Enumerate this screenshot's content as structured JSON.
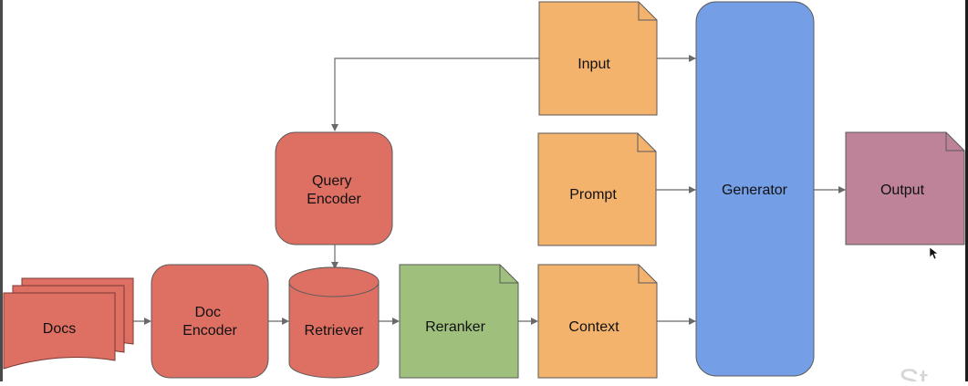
{
  "nodes": {
    "docs": "Docs",
    "doc_encoder": [
      "Doc",
      "Encoder"
    ],
    "query_encoder": [
      "Query",
      "Encoder"
    ],
    "retriever": "Retriever",
    "reranker": "Reranker",
    "input": "Input",
    "prompt": "Prompt",
    "context": "Context",
    "generator": "Generator",
    "output": "Output"
  },
  "watermark": "St",
  "colors": {
    "red": "#de6f63",
    "orange": "#f3b36d",
    "green": "#9fc07c",
    "blue": "#749ee6",
    "purple": "#be8399",
    "edge": "#5a5a5a",
    "arrow": "#6a6a6a"
  }
}
